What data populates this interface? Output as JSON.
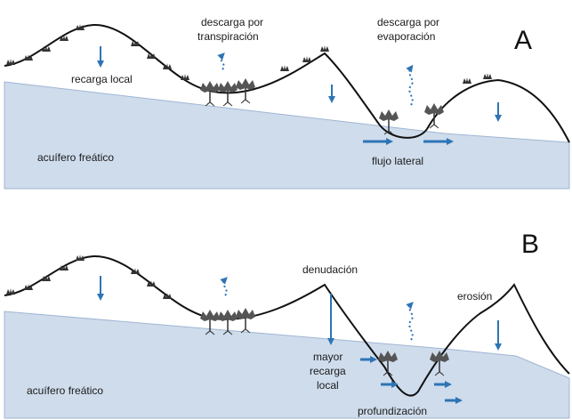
{
  "panels": [
    {
      "letter": "A",
      "labels": {
        "recharge": "recarga local",
        "transpiration_1": "descarga por",
        "transpiration_2": "transpiración",
        "evaporation_1": "descarga por",
        "evaporation_2": "evaporación",
        "aquifer": "acuífero freático",
        "lateral_flow": "flujo lateral"
      }
    },
    {
      "letter": "B",
      "labels": {
        "denudation": "denudación",
        "erosion": "erosión",
        "more_recharge_1": "mayor",
        "more_recharge_2": "recarga",
        "more_recharge_3": "local",
        "aquifer": "acuífero freático",
        "deepening": "profundización"
      }
    }
  ],
  "colors": {
    "water": "#cfdcec",
    "water_edge": "#9fb6d2",
    "arrow": "#2e74b5",
    "terrain": "#111111",
    "vegetation": "#333333"
  }
}
